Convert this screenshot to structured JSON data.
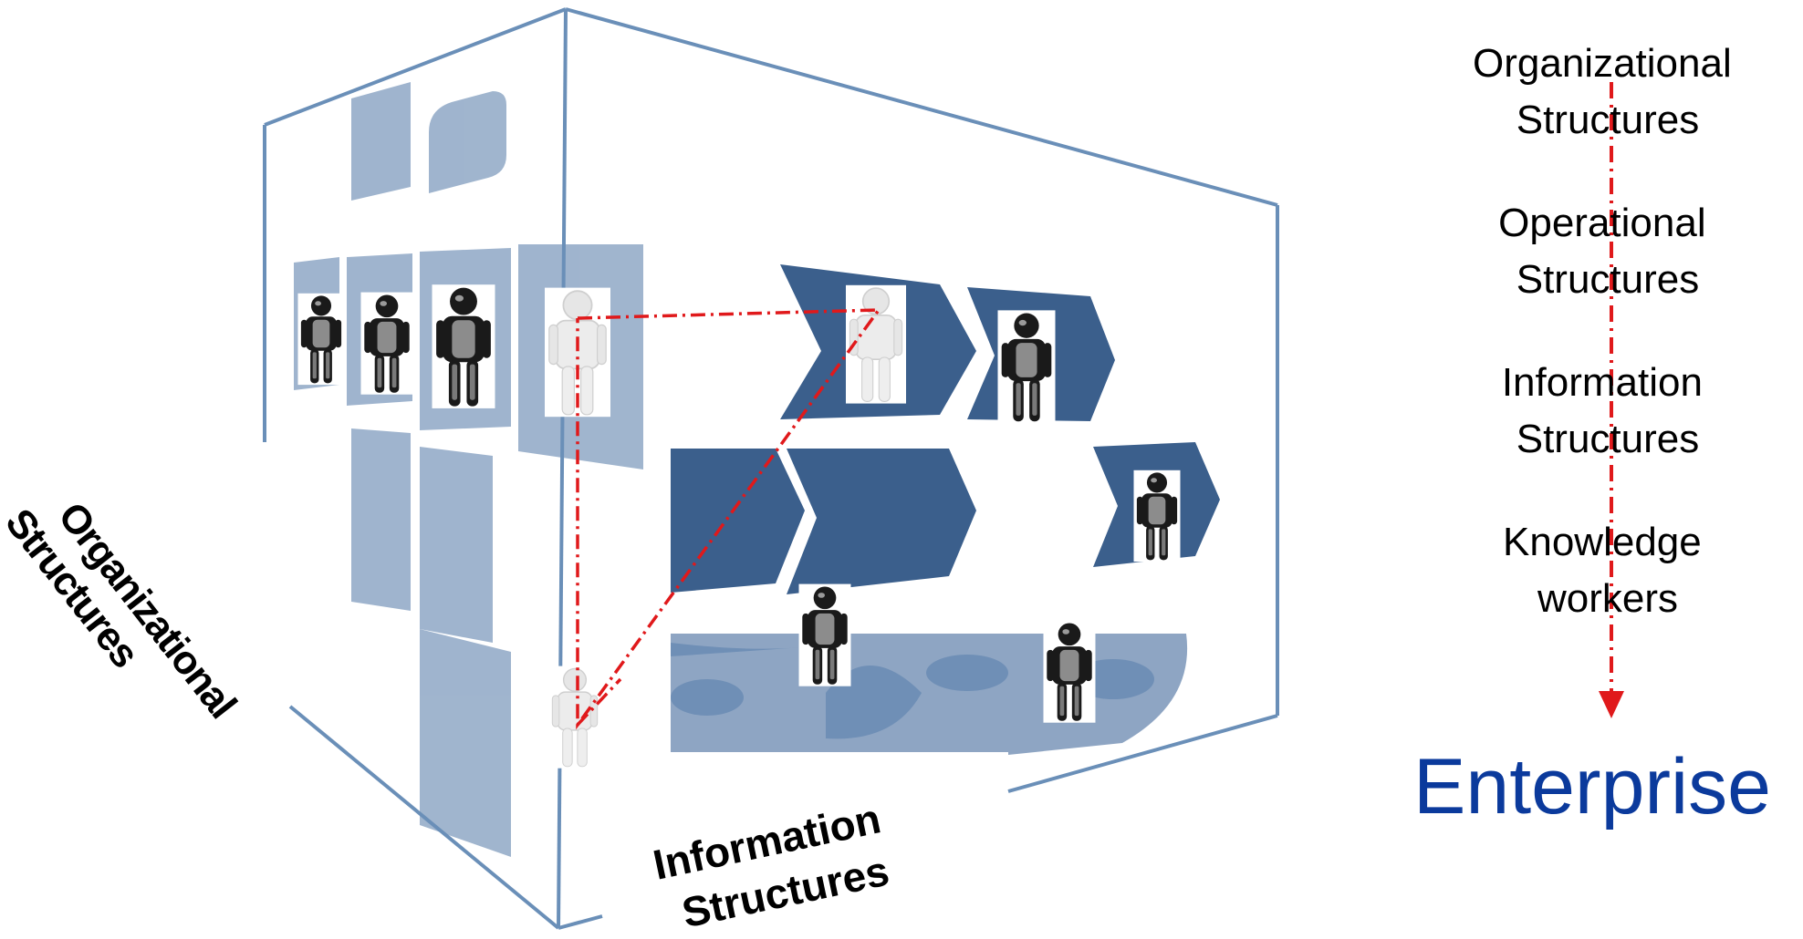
{
  "cube": {
    "left_face_label": {
      "line1": "Organizational",
      "line2": "Structures"
    },
    "bottom_label": {
      "line1": "Information",
      "line2": "Structures"
    }
  },
  "legend": {
    "items": [
      {
        "line1": "Organizational",
        "line2": "Structures"
      },
      {
        "line1": "Operational",
        "line2": "Structures"
      },
      {
        "line1": "Information",
        "line2": "Structures"
      },
      {
        "line1": "Knowledge",
        "line2": "workers"
      }
    ],
    "result": "Enterprise"
  },
  "colors": {
    "frame_stroke": "#6a8fb8",
    "tile_fill": "#8fa8c6",
    "chevron_fill": "#3b5f8c",
    "connector": "#e0191b",
    "enterprise_text": "#0b3a9c",
    "person_dark": "#111111",
    "person_light": "#e8e8e8"
  },
  "icons": [
    "person-icon",
    "arrowhead-down-icon"
  ]
}
